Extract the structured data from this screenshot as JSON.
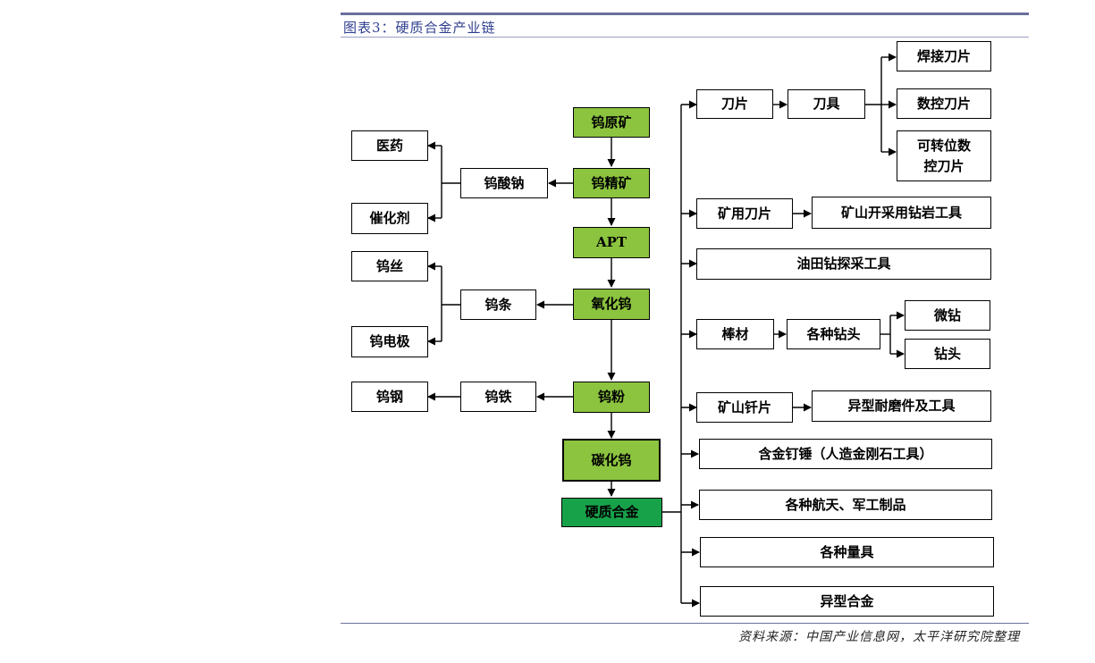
{
  "header": {
    "title": "图表3：硬质合金产业链"
  },
  "footer": {
    "source": "资料来源：中国产业信息网，太平洋研究院整理"
  },
  "nodes": {
    "wukuang": "钨原矿",
    "wujingkuang": "钨精矿",
    "apt": "APT",
    "yanghuawu": "氧化钨",
    "wufen": "钨粉",
    "tanhuawu": "碳化钨",
    "yingzhihejin": "硬质合金",
    "wusuanna": "钨酸钠",
    "yiyao": "医药",
    "cuihuaji": "催化剂",
    "wutiao": "钨条",
    "wusi": "钨丝",
    "wudianji": "钨电极",
    "wutie": "钨铁",
    "wugang": "钨钢",
    "daopian": "刀片",
    "daoju": "刀具",
    "hanjie": "焊接刀片",
    "shukong": "数控刀片",
    "kezhuanwei": "可转位数控刀片",
    "kuangyongdaopian": "矿用刀片",
    "kuangshanzuanyan": "矿山开采用钻岩工具",
    "youtian": "油田钻探采工具",
    "bangcai": "棒材",
    "gezhongzuantou": "各种钻头",
    "weizuan": "微钻",
    "zuantou": "钻头",
    "kuangshanqianpian": "矿山钎片",
    "yixingnaimo": "异型耐磨件及工具",
    "hejindingchui": "含金钉锤（人造金刚石工具）",
    "hangtian": "各种航天、军工制品",
    "liangju": "各种量具",
    "yixinghejin": "异型合金"
  },
  "colors": {
    "light_green": "#8cc43f",
    "dark_green": "#17a24a",
    "rule": "#6a6f9c",
    "title": "#2f3f8f"
  }
}
